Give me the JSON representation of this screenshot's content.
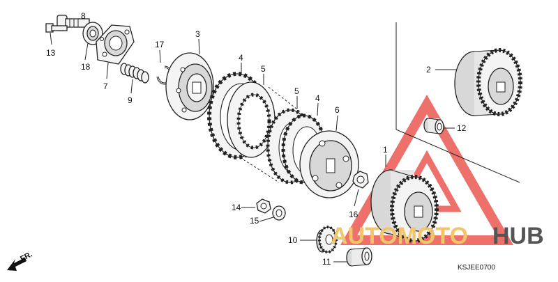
{
  "labels": {
    "p1": "1",
    "p2": "2",
    "p3": "3",
    "p4a": "4",
    "p4b": "4",
    "p5a": "5",
    "p5b": "5",
    "p6": "6",
    "p7": "7",
    "p8": "8",
    "p9": "9",
    "p10": "10",
    "p11": "11",
    "p12": "12",
    "p13": "13",
    "p14": "14",
    "p15": "15",
    "p16": "16",
    "p17": "17",
    "p18": "18"
  },
  "direction": {
    "text": "FR.",
    "icon": "arrow-down-left-icon"
  },
  "diagram_code": "KSJEE0700",
  "watermark": {
    "part1": "AUTOMOTO",
    "part2": "HUB",
    "colors": {
      "accent": "#e8413a",
      "gold": "#f2c46b",
      "gray": "#555555"
    }
  }
}
